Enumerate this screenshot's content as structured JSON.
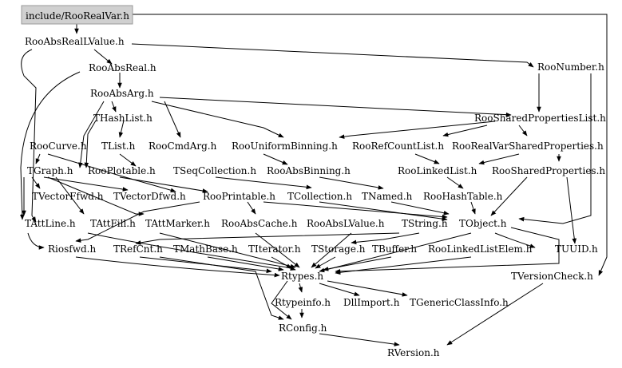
{
  "diagram": {
    "root": "include/RooRealVar.h",
    "nodes": [
      {
        "id": "n0",
        "label": "include/RooRealVar.h"
      },
      {
        "id": "n1",
        "label": "RooAbsRealLValue.h"
      },
      {
        "id": "n2",
        "label": "RooNumber.h"
      },
      {
        "id": "n3",
        "label": "RooAbsReal.h"
      },
      {
        "id": "n4",
        "label": "RooAbsArg.h"
      },
      {
        "id": "n5",
        "label": "RooSharedPropertiesList.h"
      },
      {
        "id": "n6",
        "label": "THashList.h"
      },
      {
        "id": "n7",
        "label": "RooCurve.h"
      },
      {
        "id": "n8",
        "label": "TList.h"
      },
      {
        "id": "n9",
        "label": "RooCmdArg.h"
      },
      {
        "id": "n10",
        "label": "RooUniformBinning.h"
      },
      {
        "id": "n11",
        "label": "RooRefCountList.h"
      },
      {
        "id": "n12",
        "label": "RooRealVarSharedProperties.h"
      },
      {
        "id": "n13",
        "label": "TGraph.h"
      },
      {
        "id": "n14",
        "label": "RooPlotable.h"
      },
      {
        "id": "n15",
        "label": "TSeqCollection.h"
      },
      {
        "id": "n16",
        "label": "RooAbsBinning.h"
      },
      {
        "id": "n17",
        "label": "RooLinkedList.h"
      },
      {
        "id": "n18",
        "label": "RooSharedProperties.h"
      },
      {
        "id": "n19",
        "label": "TVectorFfwd.h"
      },
      {
        "id": "n20",
        "label": "TVectorDfwd.h"
      },
      {
        "id": "n21",
        "label": "RooPrintable.h"
      },
      {
        "id": "n22",
        "label": "TCollection.h"
      },
      {
        "id": "n23",
        "label": "TNamed.h"
      },
      {
        "id": "n24",
        "label": "RooHashTable.h"
      },
      {
        "id": "n25",
        "label": "TAttLine.h"
      },
      {
        "id": "n26",
        "label": "TAttFill.h"
      },
      {
        "id": "n27",
        "label": "TAttMarker.h"
      },
      {
        "id": "n28",
        "label": "RooAbsCache.h"
      },
      {
        "id": "n29",
        "label": "RooAbsLValue.h"
      },
      {
        "id": "n30",
        "label": "TString.h"
      },
      {
        "id": "n31",
        "label": "TObject.h"
      },
      {
        "id": "n32",
        "label": "Riosfwd.h"
      },
      {
        "id": "n33",
        "label": "TRefCnt.h"
      },
      {
        "id": "n34",
        "label": "TMathBase.h"
      },
      {
        "id": "n35",
        "label": "TIterator.h"
      },
      {
        "id": "n36",
        "label": "TStorage.h"
      },
      {
        "id": "n37",
        "label": "TBuffer.h"
      },
      {
        "id": "n38",
        "label": "RooLinkedListElem.h"
      },
      {
        "id": "n39",
        "label": "TUUID.h"
      },
      {
        "id": "n40",
        "label": "Rtypes.h"
      },
      {
        "id": "n41",
        "label": "TVersionCheck.h"
      },
      {
        "id": "n42",
        "label": "Rtypeinfo.h"
      },
      {
        "id": "n43",
        "label": "DllImport.h"
      },
      {
        "id": "n44",
        "label": "TGenericClassInfo.h"
      },
      {
        "id": "n45",
        "label": "RConfig.h"
      },
      {
        "id": "n46",
        "label": "RVersion.h"
      }
    ]
  }
}
